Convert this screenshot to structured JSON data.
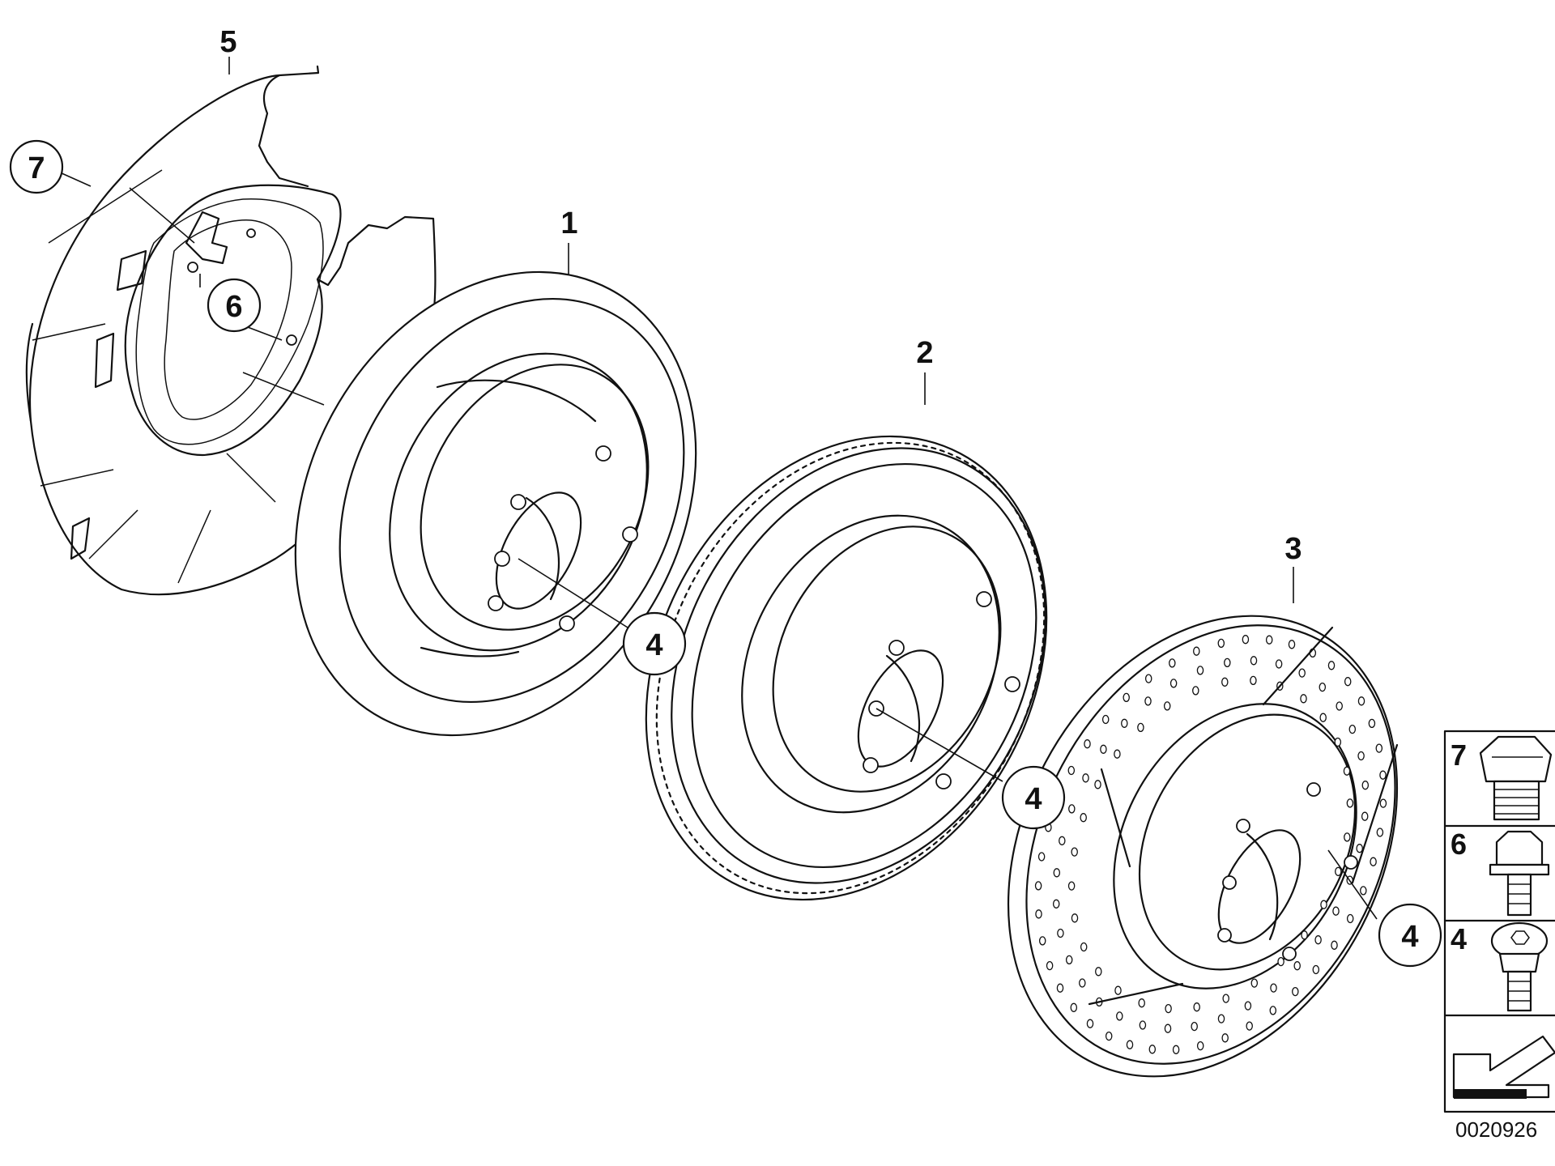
{
  "callouts": {
    "disc_1": "1",
    "disc_2": "2",
    "disc_3": "3",
    "shield_5": "5",
    "circle_7": "7",
    "circle_6": "6",
    "circle_4a": "4",
    "circle_4b": "4",
    "circle_4c": "4"
  },
  "legend": {
    "row_7": "7",
    "row_6": "6",
    "row_4": "4"
  },
  "diagram_code": "0020926"
}
